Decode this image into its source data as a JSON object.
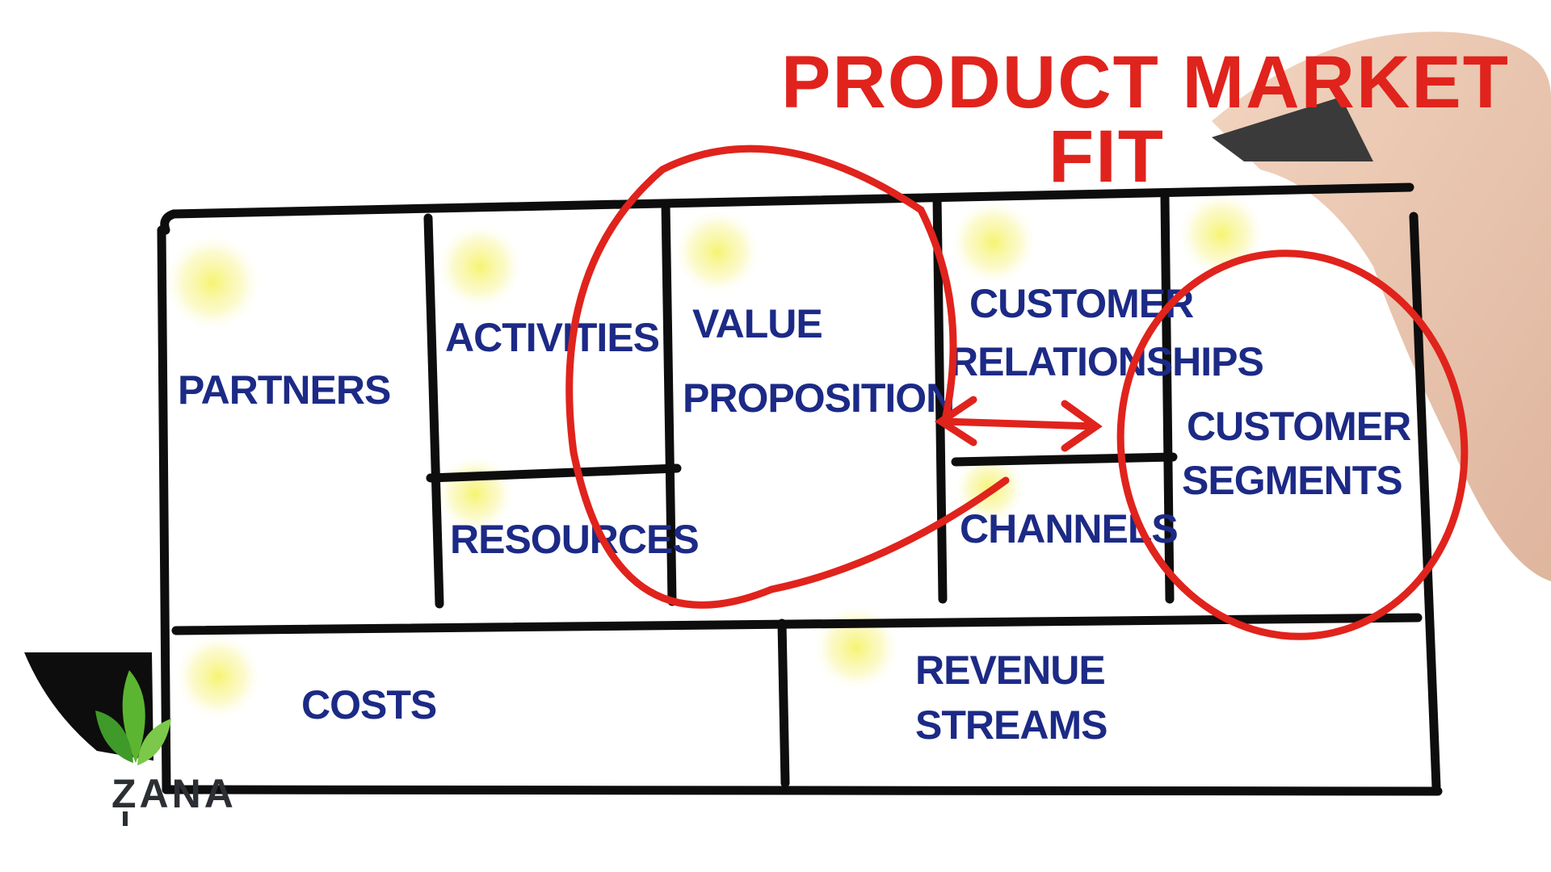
{
  "title": {
    "line1": "PRODUCT MARKET",
    "line2": "FIT"
  },
  "canvas": {
    "partners": "PARTNERS",
    "activities": "ACTIVITIES",
    "resources": "RESOURCES",
    "value_proposition": [
      "VALUE",
      "PROPOSITION"
    ],
    "customer_relationships": [
      "CUSTOMER",
      "RELATIONSHIPS"
    ],
    "channels": "CHANNELS",
    "customer_segments": [
      "CUSTOMER",
      "SEGMENTS"
    ],
    "costs": "COSTS",
    "revenue_streams": [
      "REVENUE",
      "STREAMS"
    ]
  },
  "logo": {
    "text": "ZANA"
  },
  "colors": {
    "ink": "#1c2a86",
    "marker_red": "#e0231c",
    "line": "#0d0d0d",
    "leaf": "#5cb531"
  }
}
